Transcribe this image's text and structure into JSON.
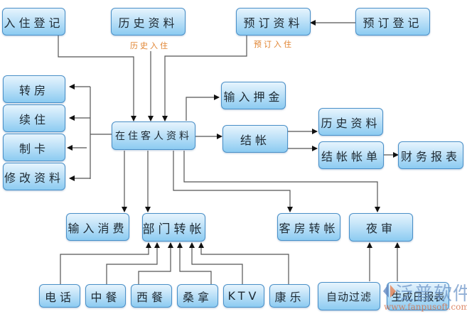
{
  "diagram": {
    "nodes": {
      "checkin_register": "入住登记",
      "history_data_top": "历史资料",
      "reservation_data": "预订资料",
      "reservation_register": "预订登记",
      "room_change": "转房",
      "extend_stay": "续住",
      "make_card": "制卡",
      "modify_data": "修改资料",
      "in_house_guest": "在住客人资料",
      "input_deposit": "输入押金",
      "checkout": "结帐",
      "history_data_right": "历史资料",
      "checkout_bill": "结帐帐单",
      "financial_report": "财务报表",
      "input_consumption": "输入消费",
      "dept_transfer": "部门转帐",
      "room_transfer": "客房转帐",
      "night_audit": "夜审",
      "phone": "电话",
      "chinese_food": "中餐",
      "western_food": "西餐",
      "sauna": "桑拿",
      "ktv": "KTV",
      "recreation": "康乐",
      "auto_filter": "自动过滤",
      "generate_daily_report": "生成日报表"
    },
    "edge_labels": {
      "history_checkin": "历史入住",
      "reservation_checkin": "预订入住"
    },
    "edges": [
      [
        "reservation_register",
        "reservation_data"
      ],
      [
        "checkin_register",
        "in_house_guest"
      ],
      [
        "history_data_top",
        "in_house_guest"
      ],
      [
        "reservation_data",
        "in_house_guest"
      ],
      [
        "in_house_guest",
        "room_change"
      ],
      [
        "in_house_guest",
        "extend_stay"
      ],
      [
        "in_house_guest",
        "make_card"
      ],
      [
        "in_house_guest",
        "modify_data"
      ],
      [
        "in_house_guest",
        "input_deposit"
      ],
      [
        "in_house_guest",
        "checkout"
      ],
      [
        "checkout",
        "history_data_right"
      ],
      [
        "checkout",
        "checkout_bill"
      ],
      [
        "checkout_bill",
        "financial_report"
      ],
      [
        "in_house_guest",
        "input_consumption"
      ],
      [
        "in_house_guest",
        "dept_transfer"
      ],
      [
        "in_house_guest",
        "room_transfer"
      ],
      [
        "in_house_guest",
        "night_audit"
      ],
      [
        "phone",
        "dept_transfer"
      ],
      [
        "chinese_food",
        "dept_transfer"
      ],
      [
        "western_food",
        "dept_transfer"
      ],
      [
        "sauna",
        "dept_transfer"
      ],
      [
        "ktv",
        "dept_transfer"
      ],
      [
        "recreation",
        "dept_transfer"
      ],
      [
        "auto_filter",
        "night_audit"
      ],
      [
        "generate_daily_report",
        "night_audit"
      ]
    ],
    "watermark": {
      "brand": "泛普软件",
      "url": "www.fanpusoft.com"
    }
  }
}
